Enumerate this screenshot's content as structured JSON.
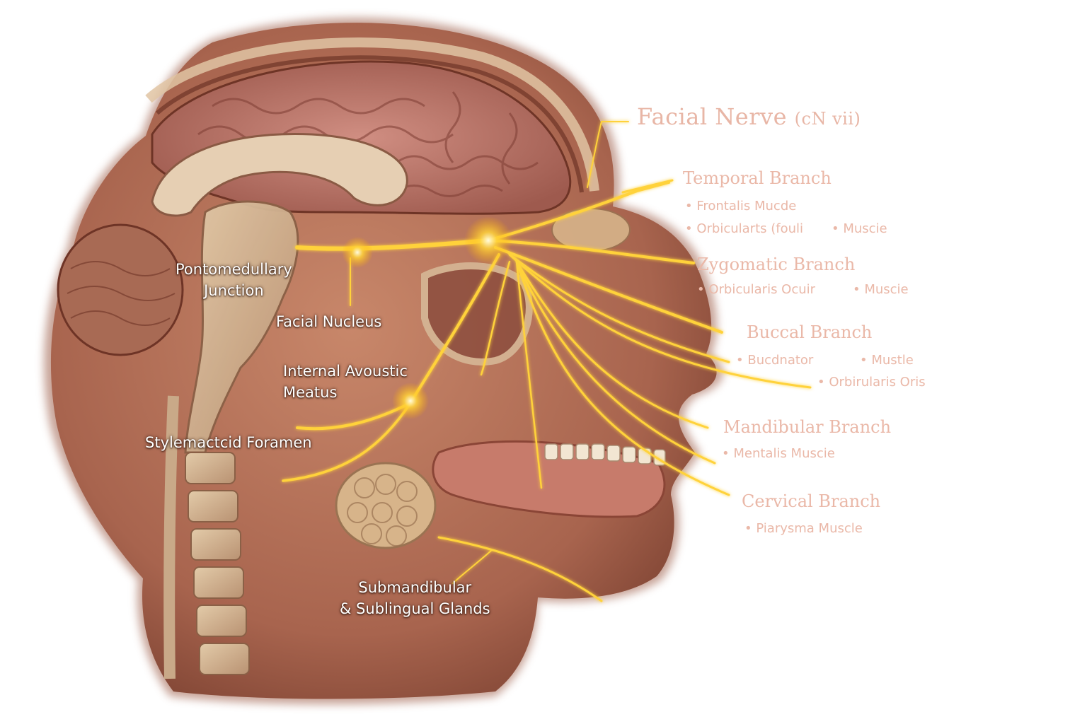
{
  "colors": {
    "skin": "#b5735c",
    "skin_dark": "#7a4030",
    "brain": "#c07d72",
    "bone": "#d9bf9e",
    "nerve": "#ffd23a",
    "nerve_glow": "#fff2a0",
    "label_inner": "#ffffff",
    "label_branch": "#eab8a8"
  },
  "title": {
    "main": "Facial Nerve",
    "sub": "(cN vii)"
  },
  "inner_labels": {
    "pontomedullary_line1": "Pontomedullary",
    "pontomedullary_line2": "Junction",
    "facial_nucleus": "Facial Nucleus",
    "internal_meatus_line1": "Internal Avoustic",
    "internal_meatus_line2": "Meatus",
    "stylomastoid": "Stylemactcid Foramen",
    "glands_line1": "Submandibular",
    "glands_line2": "& Sublingual Glands"
  },
  "branches": {
    "temporal": {
      "title": "Temporal Branch",
      "items": [
        "• Frontalis Mucde",
        "• Orbicularts (fouli",
        "• Muscie"
      ]
    },
    "zygomatic": {
      "title": "Zygomatic Branch",
      "items": [
        "• Orbicularis Ocuir",
        "• Muscie"
      ]
    },
    "buccal": {
      "title": "Buccal Branch",
      "items": [
        "• Bucdnator",
        "• Mustle",
        "• Orbirularis Oris"
      ]
    },
    "mandibular": {
      "title": "Mandibular Branch",
      "items": [
        "• Mentalis Muscie"
      ]
    },
    "cervical": {
      "title": "Cervical Branch",
      "items": [
        "• Piarysma Muscle"
      ]
    }
  }
}
